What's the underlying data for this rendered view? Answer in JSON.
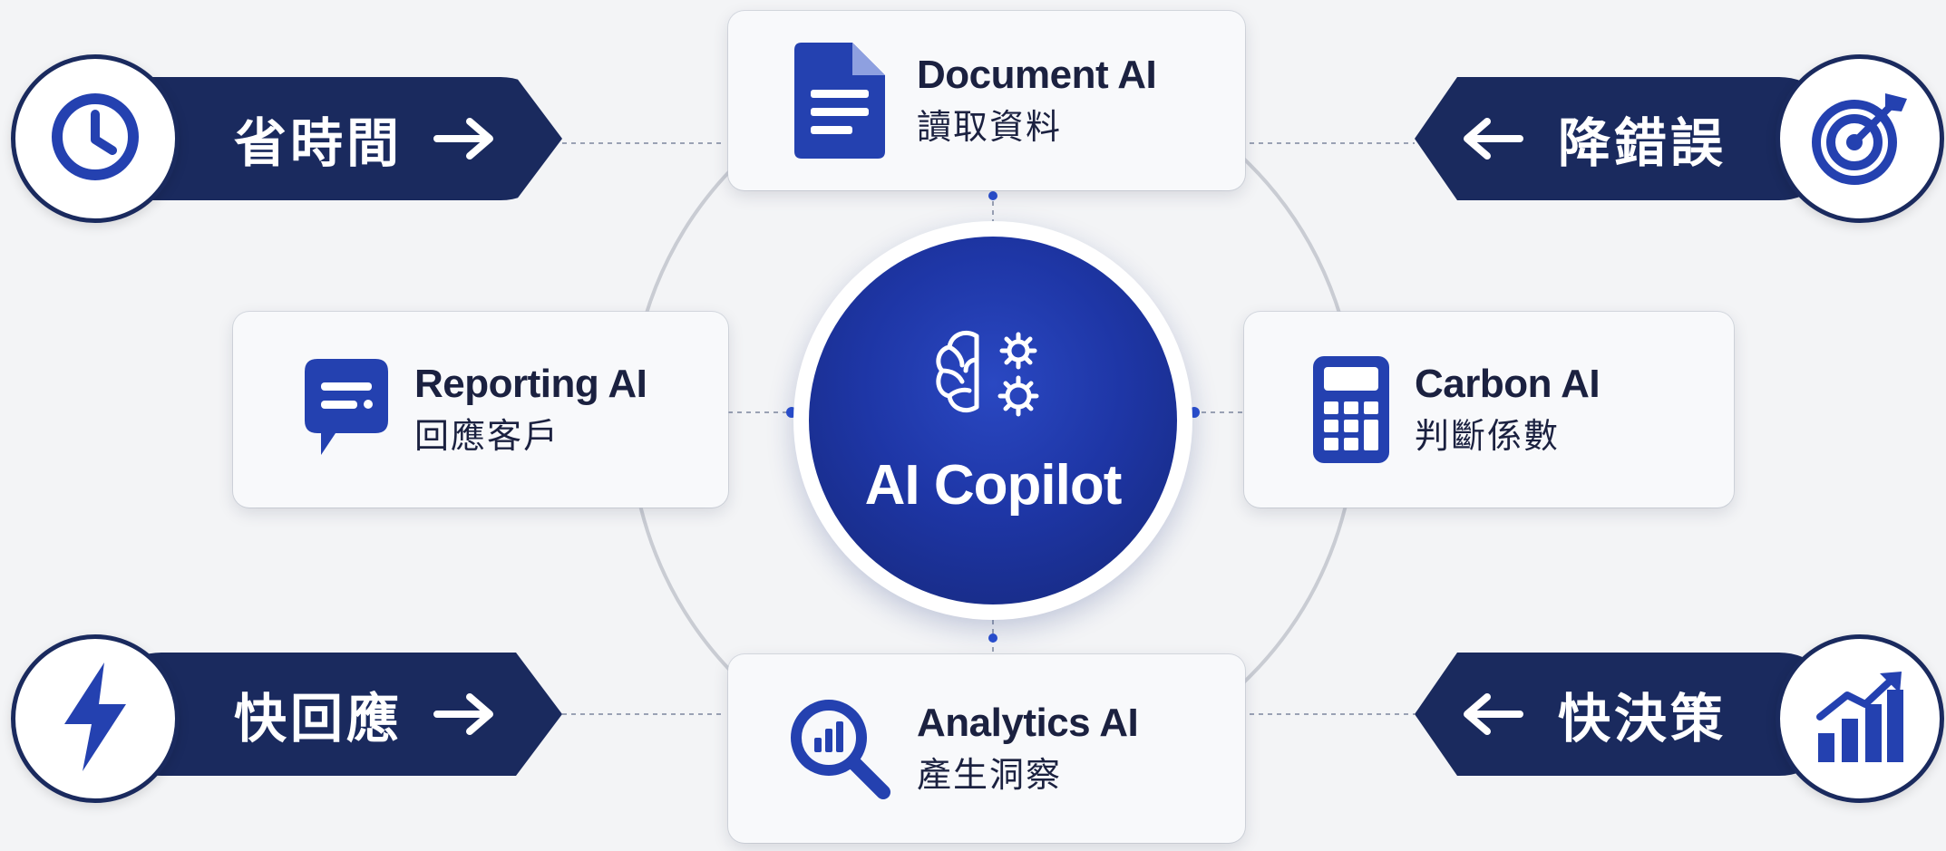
{
  "center": {
    "title": "AI Copilot",
    "icon": "brain-gears-icon"
  },
  "features": {
    "document": {
      "title": "Document AI",
      "subtitle": "讀取資料",
      "icon": "document-icon"
    },
    "reporting": {
      "title": "Reporting AI",
      "subtitle": "回應客戶",
      "icon": "chat-icon"
    },
    "carbon": {
      "title": "Carbon AI",
      "subtitle": "判斷係數",
      "icon": "calculator-icon"
    },
    "analytics": {
      "title": "Analytics AI",
      "subtitle": "產生洞察",
      "icon": "analytics-search-icon"
    }
  },
  "benefits": {
    "save_time": {
      "label": "省時間",
      "icon": "clock-icon",
      "arrow": "right-arrow-icon"
    },
    "fast_response": {
      "label": "快回應",
      "icon": "lightning-icon",
      "arrow": "right-arrow-icon"
    },
    "reduce_errors": {
      "label": "降錯誤",
      "icon": "target-icon",
      "arrow": "left-arrow-icon"
    },
    "fast_decision": {
      "label": "快決策",
      "icon": "growth-chart-icon",
      "arrow": "left-arrow-icon"
    }
  },
  "colors": {
    "navy": "#1a2a5e",
    "hub_blue": "#1e36a6",
    "icon_blue": "#2441b0",
    "card_bg": "#f8f9fb",
    "background": "#f3f4f6"
  }
}
